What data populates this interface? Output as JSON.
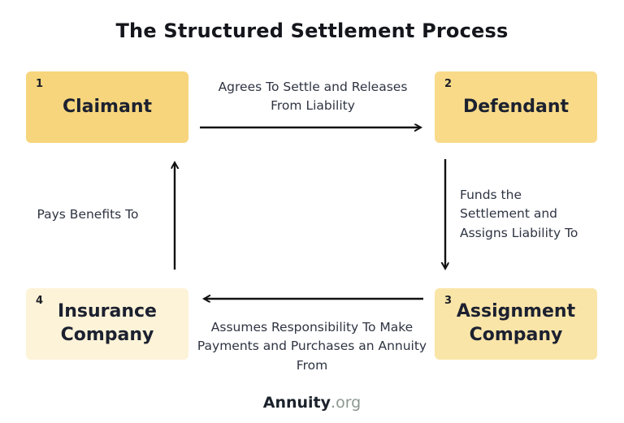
{
  "title": "The Structured Settlement Process",
  "nodes": [
    {
      "number": "1",
      "label": "Claimant",
      "color": "#f6d57c"
    },
    {
      "number": "2",
      "label": "Defendant",
      "color": "#f8da89"
    },
    {
      "number": "3",
      "label": "Assignment Company",
      "color": "#fae5a8"
    },
    {
      "number": "4",
      "label": "Insurance Company",
      "color": "#fdf3d8"
    }
  ],
  "edges": {
    "claimant_to_defendant": "Agrees To Settle and Releases From Liability",
    "defendant_to_assignment": "Funds the Settlement and Assigns Liability To",
    "assignment_to_insurance": "Assumes Responsibility To Make Payments and Purchases an Annuity From",
    "insurance_to_claimant": "Pays Benefits To"
  },
  "footer": {
    "brand": "Annuity",
    "suffix": ".org"
  },
  "colors": {
    "arrow": "#111111",
    "label_text": "#2e3442"
  }
}
